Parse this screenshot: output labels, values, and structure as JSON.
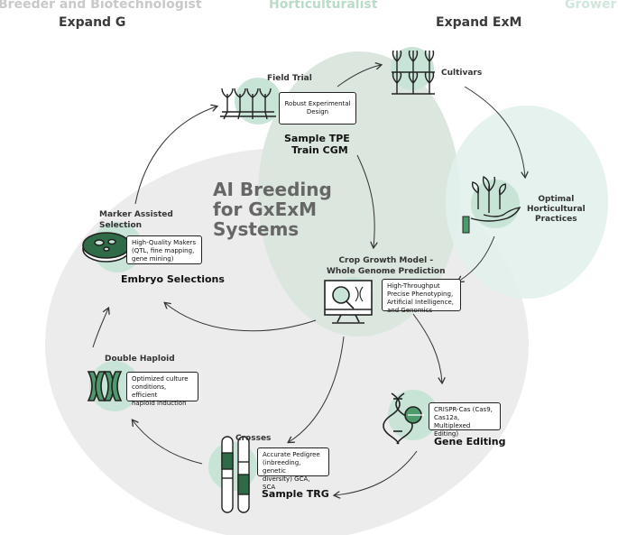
{
  "headers": {
    "role_breeder": "Breeder and Biotechnologist",
    "role_horticulturalist": "Horticulturalist",
    "role_grower": "Grower",
    "expand_g": "Expand G",
    "expand_exm": "Expand ExM"
  },
  "center": {
    "line1": "AI Breeding",
    "line2": "for GxExM",
    "line3": "Systems"
  },
  "nodes": {
    "field_trial": {
      "label": "Field Trial",
      "box": "Robust Experimental Design",
      "title_line1": "Sample TPE",
      "title_line2": "Train CGM"
    },
    "cultivars": {
      "label": "Cultivars"
    },
    "horticultural": {
      "line1": "Optimal",
      "line2": "Horticultural",
      "line3": "Practices"
    },
    "crop_growth": {
      "title_line1": "Crop Growth Model -",
      "title_line2": "Whole Genome Prediction",
      "box_line1": "High-Throughput",
      "box_line2": "Precise Phenotyping,",
      "box_line3": "Artificial Intelligence,",
      "box_line4": "and Genomics"
    },
    "gene_editing": {
      "title": "Gene Editing",
      "box_line1": "CRISPR-Cas (Cas9,",
      "box_line2": "Cas12a, Multiplexed",
      "box_line3": "Editing)"
    },
    "crosses": {
      "label": "Crosses",
      "box_line1": "Accurate Pedigree",
      "box_line2": "(inbreeding, genetic",
      "box_line3": "diversity) GCA, SCA",
      "title": "Sample TRG"
    },
    "double_haploid": {
      "label": "Double Haploid",
      "box_line1": "Optimized culture",
      "box_line2": "conditions, efficient",
      "box_line3": "haploid induction"
    },
    "marker": {
      "label_line1": "Marker Assisted",
      "label_line2": "Selection",
      "box_line1": "High-Quality Makers",
      "box_line2": "(QTL, fine mapping,",
      "box_line3": "gene mining)",
      "title": "Embryo Selections"
    }
  },
  "colors": {
    "grey_blob": "#e9e9e9",
    "green_blob": "#dde9e2",
    "aqua_blob": "#e2f1ec",
    "circle": "#c8e4d6",
    "dark_green": "#2e6b46",
    "mid_green": "#4f9a6c",
    "header_grey": "#c9c9c9",
    "header_green": "#b9dcc8",
    "header_aqua": "#cfe7dc",
    "ink": "#222222"
  }
}
